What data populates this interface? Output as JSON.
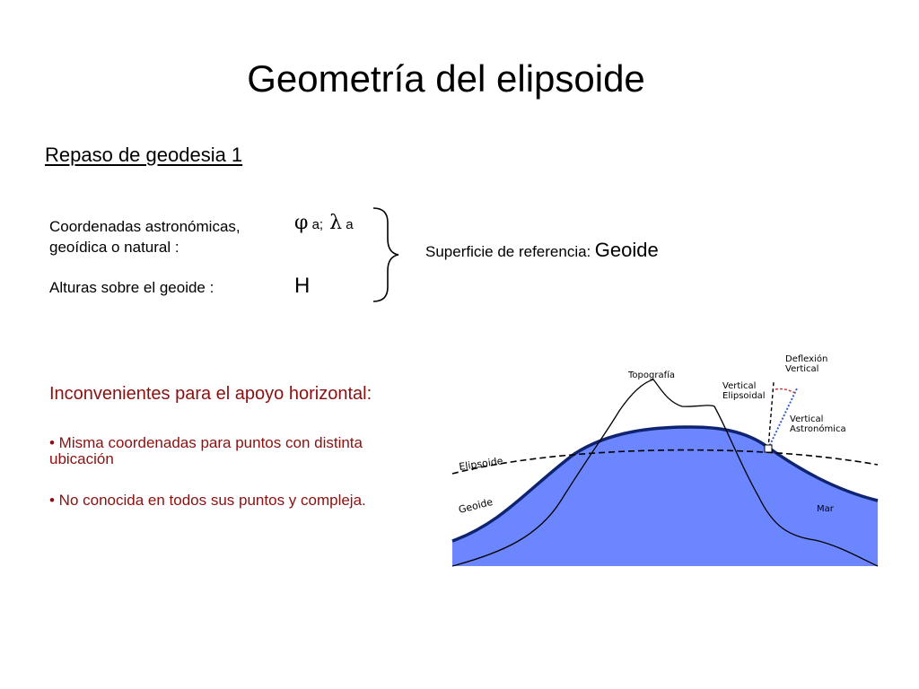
{
  "title": "Geometría del elipsoide",
  "subtitle": "Repaso de geodesia 1",
  "coords": {
    "line1": "Coordenadas astronómicas,",
    "line2": "geoídica o natural :",
    "phi": "φ",
    "phi_sub": " a;",
    "lambda": " λ",
    "lambda_sub": " a",
    "heights_label": "Alturas sobre el geoide :",
    "heights_symbol": "H"
  },
  "reference": {
    "label": "Superficie de referencia:",
    "value": "Geoide"
  },
  "inconvenientes": {
    "heading": "Inconvenientes para el apoyo horizontal:",
    "bullets": [
      {
        "line1": "• Misma coordenadas para puntos con distinta",
        "line2": "ubicación"
      },
      {
        "line1": "• No conocida en todos sus puntos y compleja."
      }
    ]
  },
  "diagram": {
    "labels": {
      "topografia": "Topografía",
      "vertical_elipsoidal_1": "Vertical",
      "vertical_elipsoidal_2": "Elipsoidal",
      "deflexion_1": "Deflexión",
      "deflexion_2": "Vertical",
      "vertical_astronomica_1": "Vertical",
      "vertical_astronomica_2": "Astronómica",
      "elipsoide": "Elipsoide",
      "geoide": "Geoide",
      "mar": "Mar"
    },
    "colors": {
      "geoid_fill": "#6b86ff",
      "geoid_line": "#0e2470",
      "ellipsoidal_vertical": "#c04040",
      "astronomical_vertical": "#3a5bc8"
    }
  }
}
